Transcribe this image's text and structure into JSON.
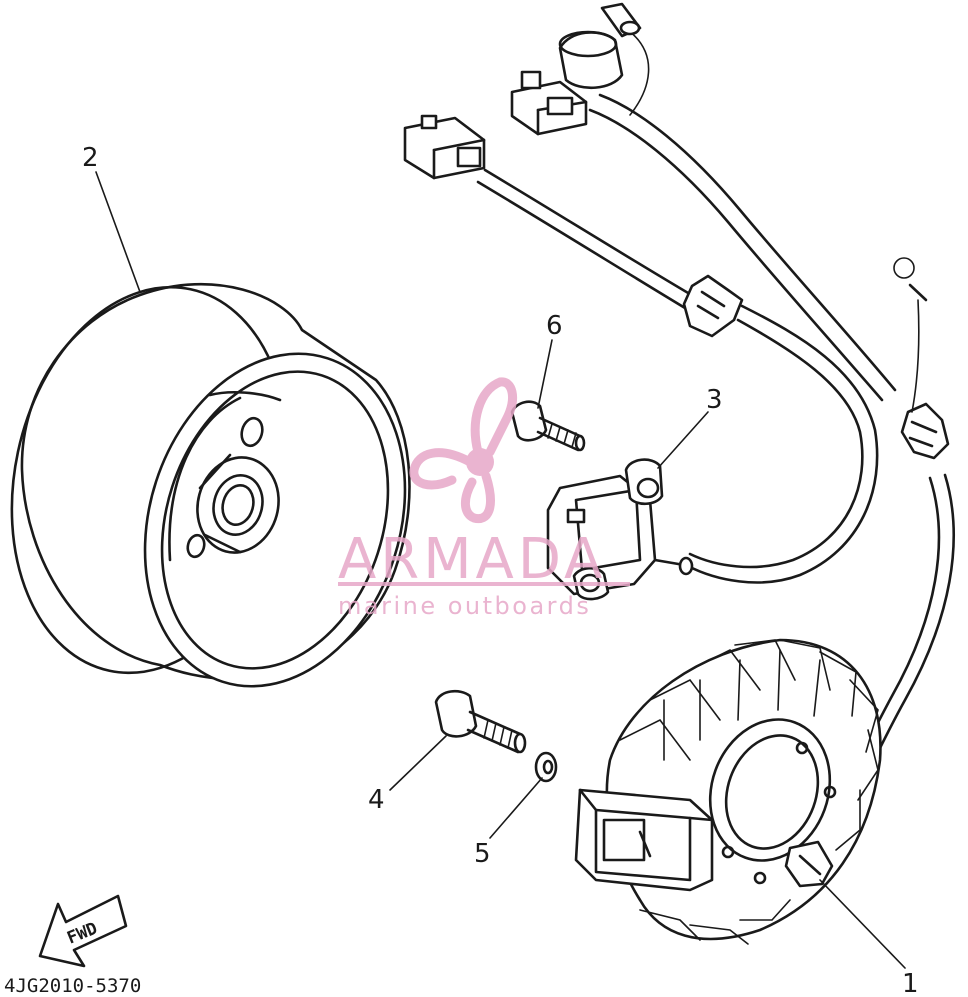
{
  "diagram": {
    "callouts": [
      {
        "id": "1",
        "label": "1"
      },
      {
        "id": "2",
        "label": "2"
      },
      {
        "id": "3",
        "label": "3"
      },
      {
        "id": "4",
        "label": "4"
      },
      {
        "id": "5",
        "label": "5"
      },
      {
        "id": "6",
        "label": "6"
      }
    ],
    "fwd_label": "FWD",
    "part_code": "4JG2010-5370"
  },
  "watermark": {
    "brand": "ARMADA",
    "tagline": "marine outboards",
    "color": "#e7a8c8",
    "logo_icon": "propeller-logo-icon"
  }
}
